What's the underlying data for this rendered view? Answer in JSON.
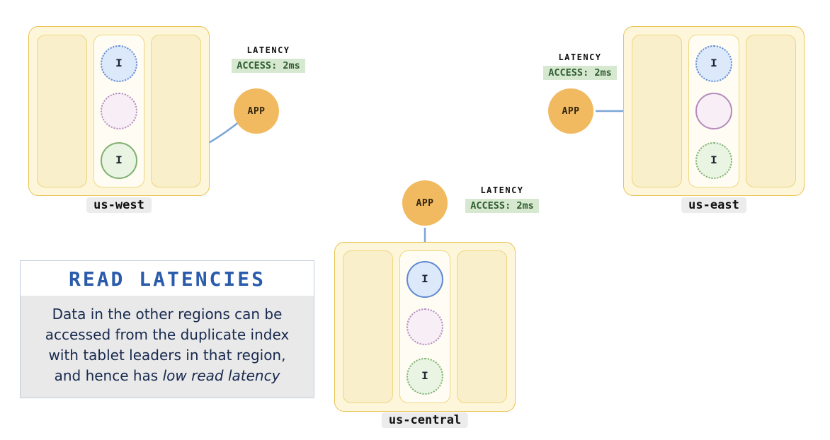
{
  "info_box": {
    "title": "READ LATENCIES",
    "line1": "Data in the other regions can be",
    "line2": "accessed from the duplicate index",
    "line3": "with tablet leaders in that region,",
    "line4_prefix": "and hence has ",
    "line4_italic": "low read latency"
  },
  "latency_label": "LATENCY",
  "access_label": "ACCESS: 2ms",
  "app_label": "APP",
  "regions": {
    "us_west": {
      "label": "us-west",
      "circles": [
        {
          "name": "index-blue",
          "label": "I",
          "border": "dotted"
        },
        {
          "name": "tablet-purple",
          "label": "",
          "border": "dotted"
        },
        {
          "name": "index-green",
          "label": "I",
          "border": "solid"
        }
      ]
    },
    "us_east": {
      "label": "us-east",
      "circles": [
        {
          "name": "index-blue",
          "label": "I",
          "border": "dotted"
        },
        {
          "name": "tablet-purple",
          "label": "",
          "border": "solid"
        },
        {
          "name": "index-green",
          "label": "I",
          "border": "dotted"
        }
      ]
    },
    "us_central": {
      "label": "us-central",
      "circles": [
        {
          "name": "index-blue",
          "label": "I",
          "border": "solid"
        },
        {
          "name": "tablet-purple",
          "label": "",
          "border": "dotted"
        },
        {
          "name": "index-green",
          "label": "I",
          "border": "dotted"
        }
      ]
    }
  },
  "colors": {
    "region_fill": "#fdf6db",
    "region_border": "#e8c351",
    "column_fill": "#f9efcb",
    "column_border": "#eed67f",
    "blue_fill": "#dce9fb",
    "blue_border": "#6089cf",
    "purple_fill": "#f7eef6",
    "purple_border": "#b48bbc",
    "green_fill": "#e9f4e3",
    "green_border": "#7fb06f",
    "app_fill": "#f1ba60",
    "arrow": "#7ba6d8",
    "access_bg": "#d6e8cf",
    "access_text": "#2f5d30",
    "title_blue": "#2b5cab"
  }
}
